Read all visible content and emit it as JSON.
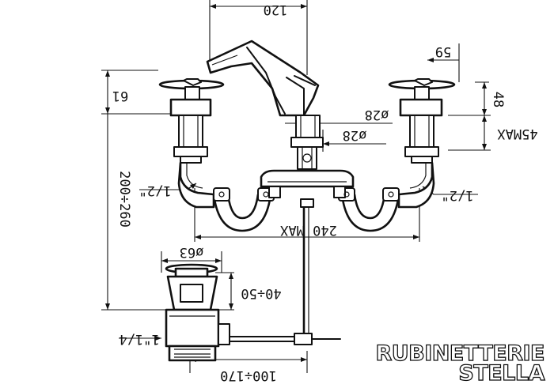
{
  "dimensions": {
    "top_width_cut": "120",
    "handle_offset": "59",
    "handle_height_right": "48",
    "handle_height_left": "61",
    "shank_max": "45MAX",
    "diam_spout": "ø28",
    "diam_shank": "ø28",
    "total_height": "200÷260",
    "thread_left": "1/2\"",
    "thread_right": "1/2\"",
    "spread_max": "240 MAX",
    "waste_diam": "ø63",
    "waste_height": "40÷50",
    "waste_thread": "1\"1/4",
    "rod_range": "100÷170"
  },
  "brand": {
    "line1": "RUBINETTERIE",
    "line2": "STELLA"
  }
}
